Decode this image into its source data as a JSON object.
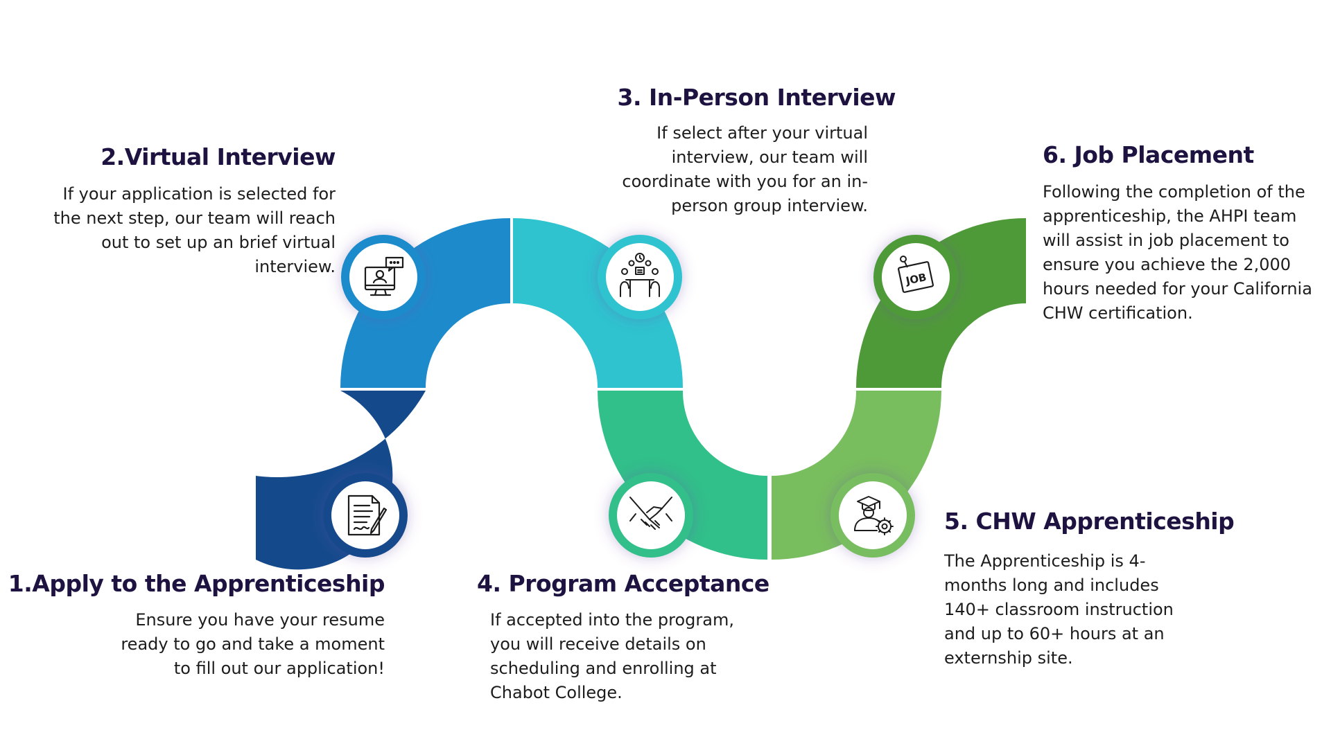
{
  "colors": {
    "step1": "#144a8c",
    "step2": "#1d8bcb",
    "step3": "#2ec3cf",
    "step4": "#31bf8a",
    "step5": "#78bd5e",
    "step6": "#4f9a38",
    "title": "#1e1240",
    "text": "#1c1c1c"
  },
  "steps": [
    {
      "title": "1.Apply to the Apprenticeship",
      "description": "Ensure you have your resume ready to go and take a moment to fill out our application!",
      "icon": "document-pen-icon"
    },
    {
      "title": "2.Virtual Interview",
      "description": "If your application is selected for the next step, our team will reach out to set up an brief virtual interview.",
      "icon": "video-call-icon"
    },
    {
      "title": "3. In-Person Interview",
      "description": "If select after your virtual interview, our team will coordinate with you for an in-person group interview.",
      "icon": "group-meeting-icon"
    },
    {
      "title": "4. Program Acceptance",
      "description": "If accepted into the program, you will receive details on scheduling and enrolling at Chabot College.",
      "icon": "handshake-icon"
    },
    {
      "title": "5. CHW Apprenticeship",
      "description": "The Apprenticeship is 4-months long and includes 140+ classroom instruction and up to 60+ hours at an externship site.",
      "icon": "graduate-gear-icon"
    },
    {
      "title": "6. Job Placement",
      "description": "Following the completion of the apprenticeship, the AHPI team will assist in job placement to ensure you achieve the 2,000 hours needed for your California CHW certification.",
      "icon": "job-sign-icon",
      "icon_text": "JOB"
    }
  ]
}
